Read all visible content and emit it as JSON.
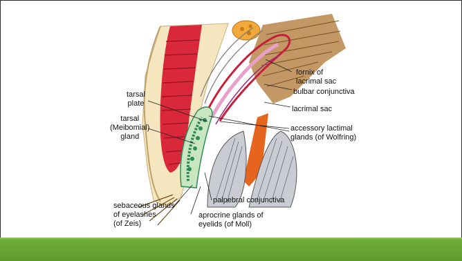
{
  "labels": {
    "tarsal_plate": "tarsal\nplate",
    "tarsal_gland": "tarsal\n(Meibomial)\ngland",
    "sebaceous": "sebaceous glands\nof eyelashes\n(of Zeis)",
    "apocrine": "aprocrine glands of\neyelids (of Moll)",
    "palpebral": "palpebral conjunctiva",
    "fornix": "fornix of\nlacrimal sac",
    "bulbar": "bulbar conjunctiva",
    "lacrimal_sac": "lacrimal sac",
    "accessory": "accessory lactimal\nglands (of Wolfring)"
  },
  "colors": {
    "footer": "#6fae3a",
    "muscle_red": "#d8283a",
    "skin": "#f3e0b5",
    "gland_green": "#2e8b57",
    "tendon": "#b8864a",
    "orange": "#e5641e"
  }
}
